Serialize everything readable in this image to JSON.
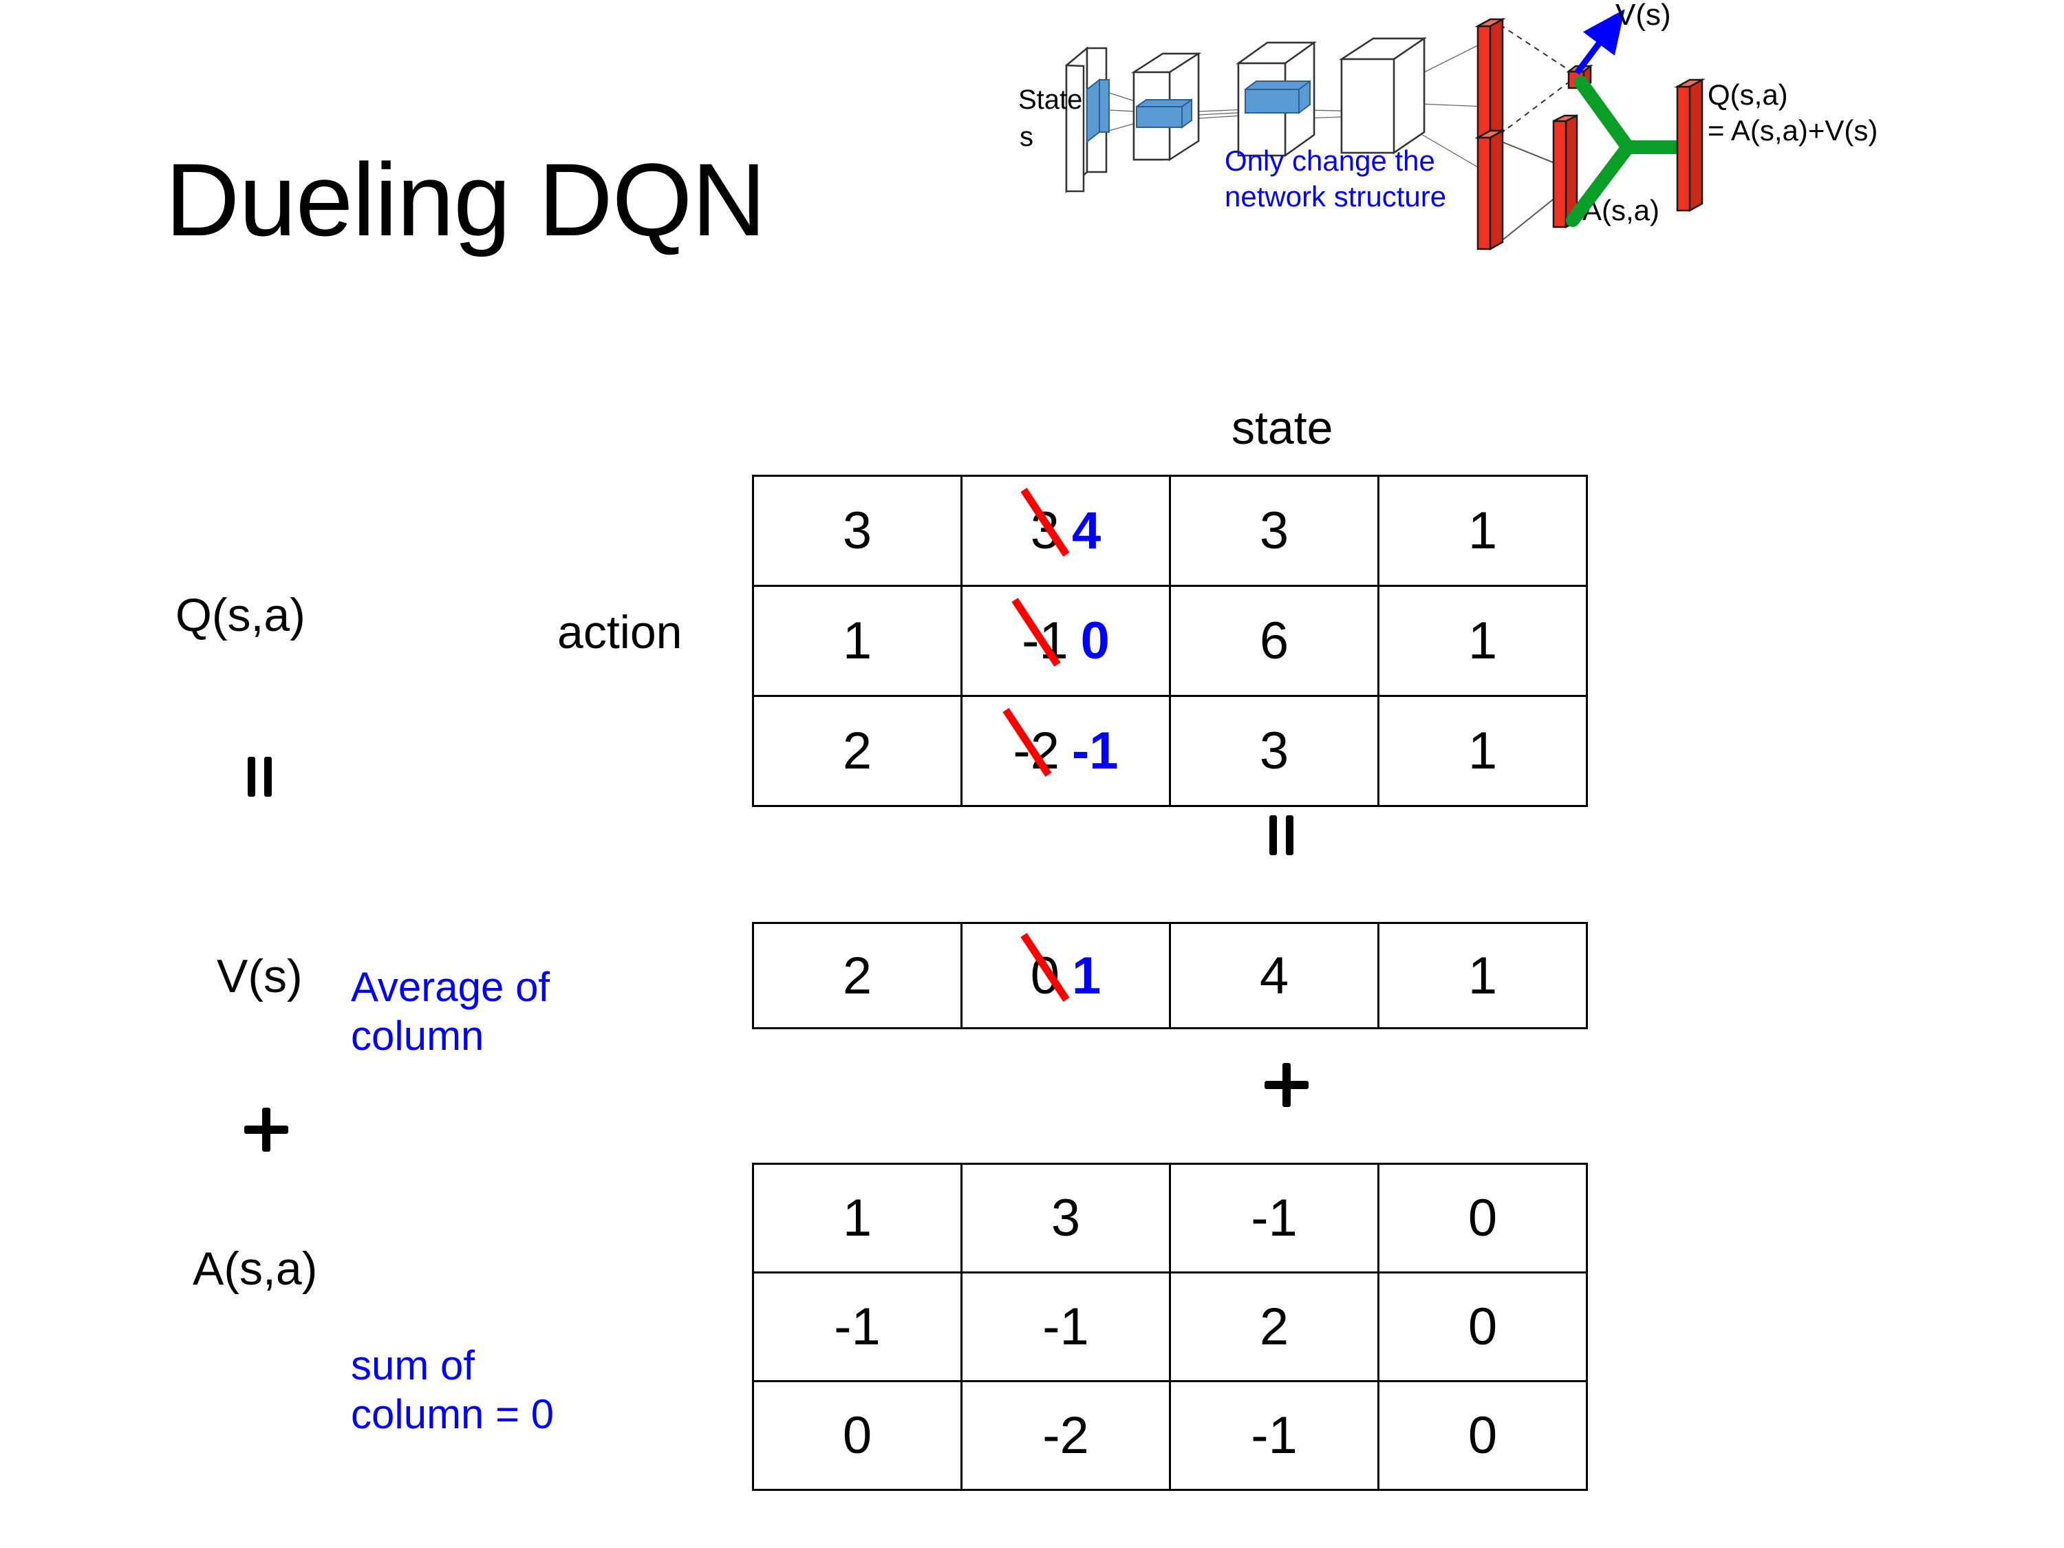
{
  "slide": {
    "title": "Dueling DQN"
  },
  "diagram": {
    "name": "dueling-dqn-network-architecture",
    "input_label_line1": "State",
    "input_label_line2": "s",
    "note_line1": "Only change the",
    "note_line2": "network structure",
    "value_label": "V(s)",
    "advantage_label": "A(s,a)",
    "output_label_line1": "Q(s,a)",
    "output_label_line2": "= A(s,a)+V(s)",
    "colors": {
      "note": "#0000FF",
      "arrow": "#0000FF",
      "bars": "#EE3322",
      "merge": "#0A9E29",
      "conv": "#5B9BD5"
    }
  },
  "labels": {
    "state": "state",
    "action": "action",
    "q": "Q(s,a)",
    "v": "V(s)",
    "a": "A(s,a)",
    "avg_note_line1": "Average of",
    "avg_note_line2": "column",
    "sum_note_line1": "sum of",
    "sum_note_line2": "column = 0",
    "equals": "=",
    "plus": "+"
  },
  "colors": {
    "edit_new": "#0000FF",
    "strike": "#FF0000",
    "text": "#000000"
  },
  "tables": {
    "q": {
      "name": "Q(s,a)",
      "rows": [
        [
          {
            "value": "3"
          },
          {
            "value": "3",
            "struck": true,
            "new_value": "4"
          },
          {
            "value": "3"
          },
          {
            "value": "1"
          }
        ],
        [
          {
            "value": "1"
          },
          {
            "value": "-1",
            "struck": true,
            "new_value": "0"
          },
          {
            "value": "6"
          },
          {
            "value": "1"
          }
        ],
        [
          {
            "value": "2"
          },
          {
            "value": "-2",
            "struck": true,
            "new_value": "-1"
          },
          {
            "value": "3"
          },
          {
            "value": "1"
          }
        ]
      ]
    },
    "v": {
      "name": "V(s)",
      "rows": [
        [
          {
            "value": "2"
          },
          {
            "value": "0",
            "struck": true,
            "new_value": "1"
          },
          {
            "value": "4"
          },
          {
            "value": "1"
          }
        ]
      ]
    },
    "a": {
      "name": "A(s,a)",
      "rows": [
        [
          {
            "value": "1"
          },
          {
            "value": "3"
          },
          {
            "value": "-1"
          },
          {
            "value": "0"
          }
        ],
        [
          {
            "value": "-1"
          },
          {
            "value": "-1"
          },
          {
            "value": "2"
          },
          {
            "value": "0"
          }
        ],
        [
          {
            "value": "0"
          },
          {
            "value": "-2"
          },
          {
            "value": "-1"
          },
          {
            "value": "0"
          }
        ]
      ]
    }
  }
}
